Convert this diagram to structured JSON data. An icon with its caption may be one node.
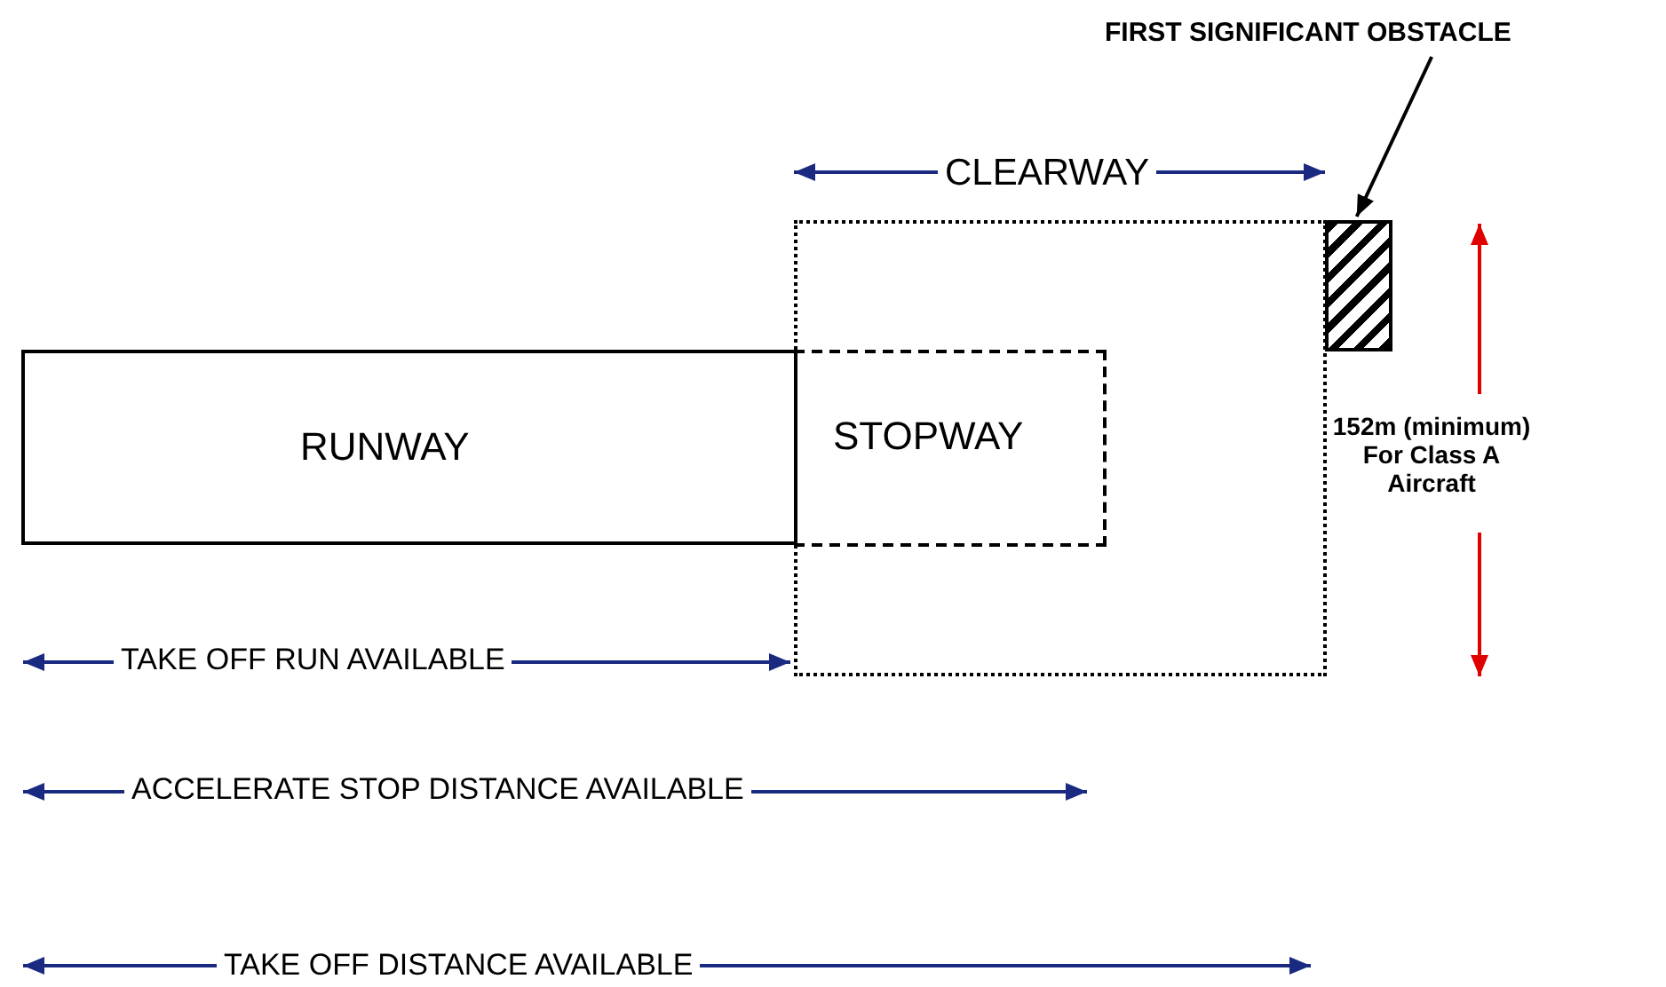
{
  "diagram": {
    "nodes": [
      {
        "text": [
          "RUNWAY"
        ]
      },
      {
        "text": [
          "STOPWAY"
        ],
        "in": 2
      },
      {
        "text": [],
        "shape": "box"
      },
      {
        "text": [],
        "shape": "box"
      },
      {
        "text": [
          "FIRST SIGNIFICANT OBSTACLE"
        ]
      }
    ],
    "edges": [
      {
        "from": 4,
        "to": 3,
        "arrow": "to"
      }
    ],
    "labels": [
      "CLEARWAY",
      "152m (minimum) For Class A Aircraft",
      "TAKE OFF RUN AVAILABLE",
      "ACCELERATE STOP DISTANCE AVAILABLE",
      "TAKE OFF DISTANCE AVAILABLE"
    ]
  }
}
